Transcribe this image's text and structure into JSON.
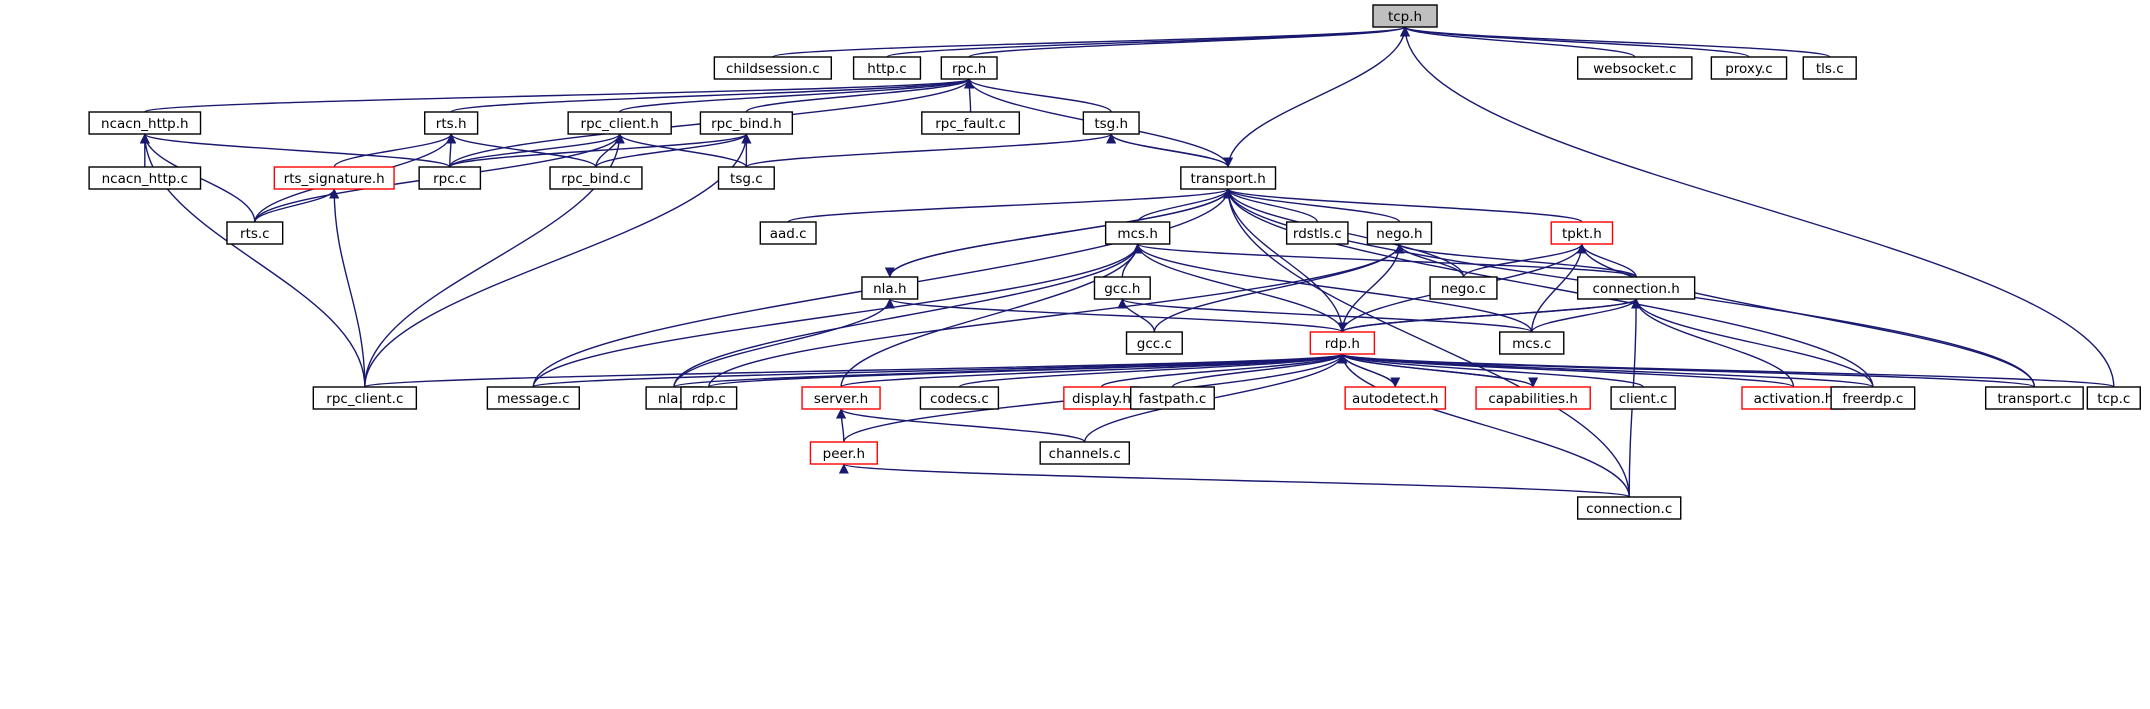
{
  "diagram": {
    "colors": {
      "edge": "#191970",
      "highlight_border": "#ff0000",
      "root_fill": "#bfbfbf",
      "node_border": "#000000"
    },
    "nodes": [
      {
        "id": "tcp_h",
        "label": "tcp.h",
        "style": "root"
      },
      {
        "id": "childsession_c",
        "label": "childsession.c"
      },
      {
        "id": "http_c",
        "label": "http.c"
      },
      {
        "id": "rpc_h",
        "label": "rpc.h"
      },
      {
        "id": "websocket_c",
        "label": "websocket.c"
      },
      {
        "id": "proxy_c",
        "label": "proxy.c"
      },
      {
        "id": "tls_c",
        "label": "tls.c"
      },
      {
        "id": "ncacn_http_h",
        "label": "ncacn_http.h"
      },
      {
        "id": "rts_h",
        "label": "rts.h"
      },
      {
        "id": "rpc_client_h",
        "label": "rpc_client.h"
      },
      {
        "id": "rpc_bind_h",
        "label": "rpc_bind.h"
      },
      {
        "id": "rpc_fault_c",
        "label": "rpc_fault.c"
      },
      {
        "id": "tsg_h",
        "label": "tsg.h"
      },
      {
        "id": "ncacn_http_c",
        "label": "ncacn_http.c"
      },
      {
        "id": "rts_signature_h",
        "label": "rts_signature.h",
        "style": "red"
      },
      {
        "id": "rpc_c",
        "label": "rpc.c"
      },
      {
        "id": "rpc_bind_c",
        "label": "rpc_bind.c"
      },
      {
        "id": "tsg_c",
        "label": "tsg.c"
      },
      {
        "id": "transport_h",
        "label": "transport.h"
      },
      {
        "id": "rts_c",
        "label": "rts.c"
      },
      {
        "id": "aad_c",
        "label": "aad.c"
      },
      {
        "id": "mcs_h",
        "label": "mcs.h"
      },
      {
        "id": "rdstls_c",
        "label": "rdstls.c"
      },
      {
        "id": "nego_h",
        "label": "nego.h"
      },
      {
        "id": "tpkt_h",
        "label": "tpkt.h",
        "style": "red"
      },
      {
        "id": "nla_h",
        "label": "nla.h"
      },
      {
        "id": "gcc_h",
        "label": "gcc.h"
      },
      {
        "id": "nego_c",
        "label": "nego.c"
      },
      {
        "id": "connection_h",
        "label": "connection.h"
      },
      {
        "id": "gcc_c",
        "label": "gcc.c"
      },
      {
        "id": "rdp_h",
        "label": "rdp.h",
        "style": "red"
      },
      {
        "id": "mcs_c",
        "label": "mcs.c"
      },
      {
        "id": "rpc_client_c",
        "label": "rpc_client.c"
      },
      {
        "id": "message_c",
        "label": "message.c"
      },
      {
        "id": "nla_c",
        "label": "nla.c"
      },
      {
        "id": "rdp_c",
        "label": "rdp.c"
      },
      {
        "id": "server_h",
        "label": "server.h",
        "style": "red"
      },
      {
        "id": "codecs_c",
        "label": "codecs.c"
      },
      {
        "id": "display_h",
        "label": "display.h",
        "style": "red"
      },
      {
        "id": "fastpath_c",
        "label": "fastpath.c"
      },
      {
        "id": "autodetect_h",
        "label": "autodetect.h",
        "style": "red"
      },
      {
        "id": "capabilities_h",
        "label": "capabilities.h",
        "style": "red"
      },
      {
        "id": "client_c",
        "label": "client.c"
      },
      {
        "id": "activation_h",
        "label": "activation.h",
        "style": "red"
      },
      {
        "id": "freerdp_c",
        "label": "freerdp.c"
      },
      {
        "id": "transport_c",
        "label": "transport.c"
      },
      {
        "id": "tcp_c",
        "label": "tcp.c"
      },
      {
        "id": "peer_h",
        "label": "peer.h",
        "style": "red"
      },
      {
        "id": "channels_c",
        "label": "channels.c"
      },
      {
        "id": "connection_c",
        "label": "connection.c"
      }
    ],
    "edges": [
      [
        "childsession_c",
        "tcp_h"
      ],
      [
        "http_c",
        "tcp_h"
      ],
      [
        "rpc_h",
        "tcp_h"
      ],
      [
        "websocket_c",
        "tcp_h"
      ],
      [
        "proxy_c",
        "tcp_h"
      ],
      [
        "tls_c",
        "tcp_h"
      ],
      [
        "transport_h",
        "tcp_h"
      ],
      [
        "tcp_c",
        "tcp_h"
      ],
      [
        "rpc_fault_c",
        "rpc_h"
      ],
      [
        "tsg_h",
        "rpc_h"
      ],
      [
        "ncacn_http_h",
        "rpc_h"
      ],
      [
        "rts_h",
        "rpc_h"
      ],
      [
        "rpc_client_h",
        "rpc_h"
      ],
      [
        "rpc_bind_h",
        "rpc_h"
      ],
      [
        "rpc_c",
        "rpc_h"
      ],
      [
        "transport_h",
        "rpc_h"
      ],
      [
        "ncacn_http_c",
        "ncacn_http_h"
      ],
      [
        "rts_c",
        "ncacn_http_h"
      ],
      [
        "rpc_client_c",
        "ncacn_http_h"
      ],
      [
        "rpc_c",
        "ncacn_http_h"
      ],
      [
        "rpc_c",
        "rts_h"
      ],
      [
        "rts_signature_h",
        "rts_h"
      ],
      [
        "rpc_bind_c",
        "rts_h"
      ],
      [
        "rts_c",
        "rts_h"
      ],
      [
        "rpc_c",
        "rpc_client_h"
      ],
      [
        "rpc_bind_c",
        "rpc_client_h"
      ],
      [
        "tsg_c",
        "rpc_client_h"
      ],
      [
        "rts_c",
        "rpc_client_h"
      ],
      [
        "rpc_client_c",
        "rpc_client_h"
      ],
      [
        "rpc_c",
        "rpc_bind_h"
      ],
      [
        "rpc_bind_c",
        "rpc_bind_h"
      ],
      [
        "tsg_c",
        "rpc_bind_h"
      ],
      [
        "rpc_client_c",
        "rpc_bind_h"
      ],
      [
        "tsg_c",
        "tsg_h"
      ],
      [
        "transport_h",
        "tsg_h"
      ],
      [
        "rts_c",
        "rts_signature_h"
      ],
      [
        "rpc_client_c",
        "rts_signature_h"
      ],
      [
        "tsg_h",
        "transport_h"
      ],
      [
        "aad_c",
        "transport_h"
      ],
      [
        "mcs_h",
        "transport_h"
      ],
      [
        "rdstls_c",
        "transport_h"
      ],
      [
        "nego_h",
        "transport_h"
      ],
      [
        "tpkt_h",
        "transport_h"
      ],
      [
        "nla_h",
        "transport_h"
      ],
      [
        "nego_c",
        "transport_h"
      ],
      [
        "rdp_h",
        "transport_h"
      ],
      [
        "freerdp_c",
        "transport_h"
      ],
      [
        "transport_c",
        "transport_h"
      ],
      [
        "connection_c",
        "transport_h"
      ],
      [
        "message_c",
        "transport_h"
      ],
      [
        "transport_h",
        "nla_h"
      ],
      [
        "gcc_h",
        "mcs_h"
      ],
      [
        "connection_h",
        "mcs_h"
      ],
      [
        "rdp_h",
        "mcs_h"
      ],
      [
        "mcs_c",
        "mcs_h"
      ],
      [
        "message_c",
        "mcs_h"
      ],
      [
        "nla_c",
        "mcs_h"
      ],
      [
        "server_h",
        "mcs_h"
      ],
      [
        "nego_c",
        "nego_h"
      ],
      [
        "connection_h",
        "nego_h"
      ],
      [
        "rdp_h",
        "nego_h"
      ],
      [
        "gcc_c",
        "nego_h"
      ],
      [
        "rdp_c",
        "nego_h"
      ],
      [
        "nego_c",
        "tpkt_h"
      ],
      [
        "connection_h",
        "tpkt_h"
      ],
      [
        "rdp_h",
        "tpkt_h"
      ],
      [
        "transport_c",
        "tpkt_h"
      ],
      [
        "mcs_c",
        "tpkt_h"
      ],
      [
        "nla_c",
        "nla_h"
      ],
      [
        "rdp_h",
        "nla_h"
      ],
      [
        "gcc_c",
        "gcc_h"
      ],
      [
        "mcs_c",
        "gcc_h"
      ],
      [
        "rdp_h",
        "connection_h"
      ],
      [
        "mcs_c",
        "connection_h"
      ],
      [
        "activation_h",
        "connection_h"
      ],
      [
        "freerdp_c",
        "connection_h"
      ],
      [
        "connection_c",
        "connection_h"
      ],
      [
        "connection_h",
        "rdp_h"
      ],
      [
        "rpc_client_c",
        "rdp_h"
      ],
      [
        "message_c",
        "rdp_h"
      ],
      [
        "nla_c",
        "rdp_h"
      ],
      [
        "rdp_c",
        "rdp_h"
      ],
      [
        "server_h",
        "rdp_h"
      ],
      [
        "codecs_c",
        "rdp_h"
      ],
      [
        "display_h",
        "rdp_h"
      ],
      [
        "fastpath_c",
        "rdp_h"
      ],
      [
        "autodetect_h",
        "rdp_h"
      ],
      [
        "capabilities_h",
        "rdp_h"
      ],
      [
        "client_c",
        "rdp_h"
      ],
      [
        "activation_h",
        "rdp_h"
      ],
      [
        "freerdp_c",
        "rdp_h"
      ],
      [
        "transport_c",
        "rdp_h"
      ],
      [
        "tcp_c",
        "rdp_h"
      ],
      [
        "channels_c",
        "rdp_h"
      ],
      [
        "connection_c",
        "rdp_h"
      ],
      [
        "peer_h",
        "rdp_h"
      ],
      [
        "rdp_h",
        "autodetect_h"
      ],
      [
        "rdp_h",
        "capabilities_h"
      ],
      [
        "peer_h",
        "server_h"
      ],
      [
        "channels_c",
        "server_h"
      ],
      [
        "connection_c",
        "peer_h"
      ]
    ]
  }
}
